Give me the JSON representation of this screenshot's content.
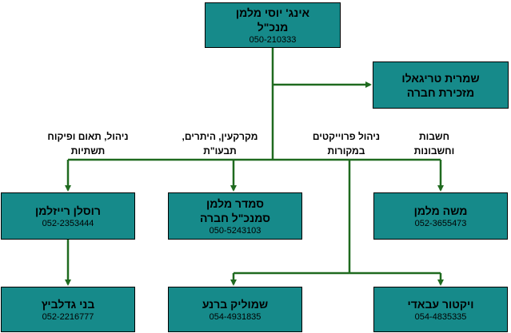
{
  "boxes": {
    "ceo": {
      "name": "אינג' יוסי מלמן",
      "role": "מנכ\"ל",
      "phone": "050-210333"
    },
    "secretary": {
      "name": "שמרית טריגאלו",
      "role": "מזכירת חברה"
    },
    "rosalan": {
      "name": "רוסלן רייזלמן",
      "phone": "052-2353444"
    },
    "samader": {
      "name": "סמדר מלמן",
      "role": "סמנכ\"ל חברה",
      "phone": "050-5243103"
    },
    "moshe": {
      "name": "משה מלמן",
      "phone": "052-3655473"
    },
    "beni": {
      "name": "בני גדלביץ",
      "phone": "052-2216777"
    },
    "shmulik": {
      "name": "שמוליק ברנע",
      "phone": "054-4931835"
    },
    "victor": {
      "name": "ויקטור עבאדי",
      "phone": "054-4835335"
    }
  },
  "labels": {
    "rosalan_area": [
      "ניהול, תאום ופיקוח",
      "תשתיות"
    ],
    "samader_area": [
      "מקרקעין, היתרים,",
      "תבעו\"ת"
    ],
    "projects_area": [
      "ניהול פרוייקטים",
      "במקורות"
    ],
    "moshe_area": [
      "חשבות",
      "וחשבונות"
    ]
  },
  "colors": {
    "box_fill": "#168a8a",
    "connector": "#1f6a1f"
  }
}
